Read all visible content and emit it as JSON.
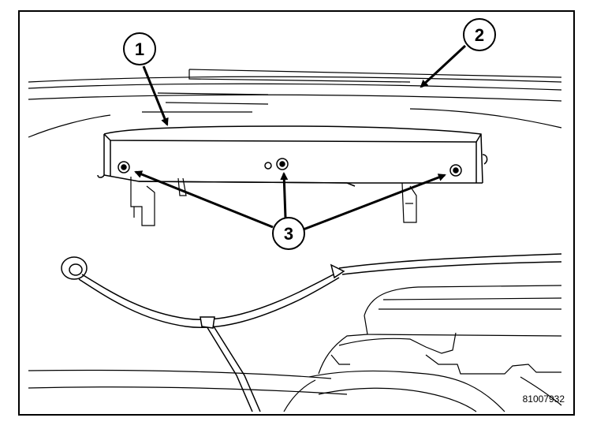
{
  "figure": {
    "callouts": [
      {
        "label": "1"
      },
      {
        "label": "2"
      },
      {
        "label": "3"
      }
    ],
    "figure_code": "81007932"
  }
}
